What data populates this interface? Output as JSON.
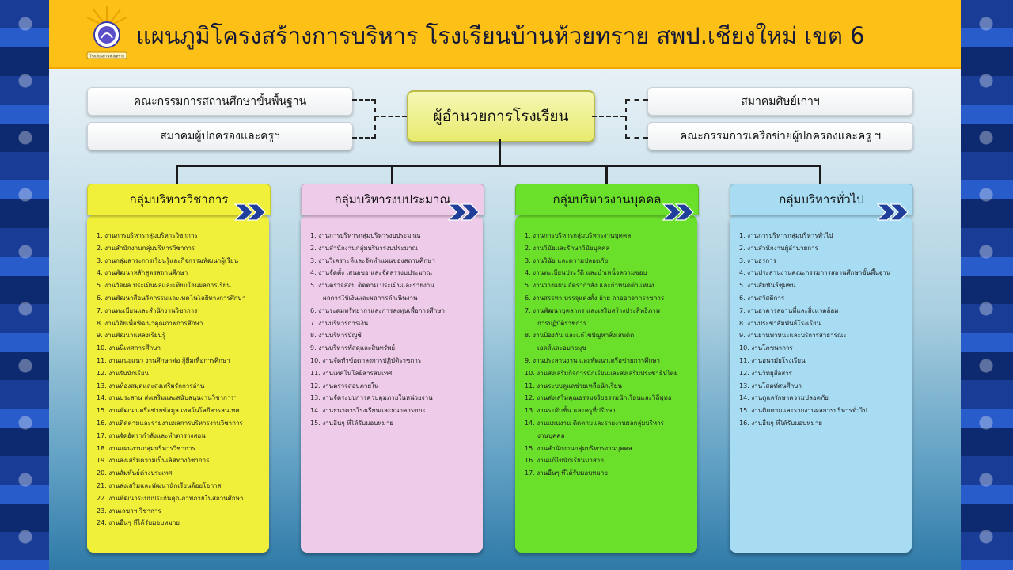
{
  "header": {
    "title": "แผนภูมิโครงสร้างการบริหาร โรงเรียนบ้านห้วยทราย สพป.เชียงใหม่ เขต 6",
    "logo_caption": "โรงเรียนบ้านห้วยทราย"
  },
  "director": "ผู้อำนวยการโรงเรียน",
  "left_boxes": [
    "คณะกรรมการสถานศึกษาขั้นพื้นฐาน",
    "สมาคมผู้ปกครองและครูฯ"
  ],
  "right_boxes": [
    "สมาคมศิษย์เก่าฯ",
    "คณะกรรมการเครือข่ายผู้ปกครองและครู ฯ"
  ],
  "colors": {
    "group1": "#f0f03a",
    "group2": "#eecbe8",
    "group3": "#6be02a",
    "group4": "#a8dcf3",
    "header": "#fcc016"
  },
  "groups": [
    {
      "name": "กลุ่มบริหารวิชาการ",
      "items": [
        "1. งานการบริหารกลุ่มบริหารวิชาการ",
        "2. งานสำนักงานกลุ่มบริหารวิชาการ",
        "3. งานกลุ่มสาระการเรียนรู้และกิจกรรมพัฒนาผู้เรียน",
        "4. งานพัฒนาหลักสูตรสถานศึกษา",
        "5. งานวัดผล ประเมินผลและเทียบโอนผลการเรียน",
        "6. งานพัฒนาสื่อนวัตกรรมและเทคโนโลยีทางการศึกษา",
        "7. งานทะเบียนและสำนักงานวิชาการ",
        "8. งานวิจัยเพื่อพัฒนาคุณภาพการศึกษา",
        "9. งานพัฒนาแหล่งเรียนรู้",
        "10. งานนิเทศการศึกษา",
        "11. งานแนะแนว งานศึกษาต่อ กู้ยืมเพื่อการศึกษา",
        "12. งานรับนักเรียน",
        "13. งานห้องสมุดและส่งเสริมรักการอ่าน",
        "14. งานประสาน ส่งเสริมและสนับสนุนงานวิชาการฯ",
        "15. งานพัฒนาเครือข่ายข้อมูล เทคโนโลยีสารสนเทศ",
        "16. งานติดตามและรายงานผลการบริหารงานวิชาการ",
        "17. งานจัดอัตรากำลังและทำตารางสอน",
        "18. งานแผนงานกลุ่มบริหารวิชาการ",
        "19. งานส่งเสริมความเป็นเลิศทางวิชาการ",
        "20. งานสัมพันธ์ต่างประเทศ",
        "21. งานส่งเสริมและพัฒนานักเรียนด้อยโอกาส",
        "22. งานพัฒนาระบบประกันคุณภาพภายในสถานศึกษา",
        "23. งานเลขาฯ วิชาการ",
        "24. งานอื่นๆ ที่ได้รับมอบหมาย"
      ]
    },
    {
      "name": "กลุ่มบริหารงบประมาณ",
      "items": [
        "1. งานการบริหารกลุ่มบริหารงบประมาณ",
        "2. งานสำนักงานกลุ่มบริหารงบประมาณ",
        "3. งานวิเคราะห์และจัดทำแผนของสถานศึกษา",
        "4. งานจัดตั้ง เสนอขอ และจัดสรรงบประมาณ",
        "5. งานตรวจสอบ ติดตาม ประเมินและรายงาน",
        "ผลการใช้เงินและผลการดำเนินงาน",
        "6. งานระดมทรัพยากรและการลงทุนเพื่อการศึกษา",
        "7. งานบริหารการเงิน",
        "8. งานบริหารบัญชี",
        "9. งานบริหารพัสดุและสินทรัพย์",
        "10. งานจัดทำข้อตกลงการปฏิบัติราชการ",
        "11. งานเทคโนโลยีสารสนเทศ",
        "12. งานตรวจสอบภายใน",
        "13. งานจัดระบบการควบคุมภายในหน่วยงาน",
        "14. งานธนาคารโรงเรียนและธนาคารขยะ",
        "15. งานอื่นๆ ที่ได้รับมอบหมาย"
      ]
    },
    {
      "name": "กลุ่มบริหารงานบุคคล",
      "items": [
        "1. งานการบริหารกลุ่มบริหารงานบุคคล",
        "2. งานวินัยและรักษาวินัยบุคคล",
        "3. งานวินัย และความปลอดภัย",
        "4. งานทะเบียนประวัติ และบำเหน็จความชอบ",
        "5. งานวางแผน อัตรากำลัง และกำหนดตำแหน่ง",
        "6. งานสรรหา บรรจุแต่งตั้ง ย้าย ลาออกจากราชการ",
        "7. งานพัฒนาบุคลากร และเสริมสร้างประสิทธิภาพ",
        "การปฏิบัติราชการ",
        "8. งานป้องกัน และแก้ไขปัญหาสิ่งเสพติด",
        "เอดส์และอบายมุข",
        "9. งานประสานงาน และพัฒนาเครือข่ายการศึกษา",
        "10. งานส่งเสริมกิจการนักเรียนและส่งเสริมประชาธิปไตย",
        "11. งานระบบดูแลช่วยเหลือนักเรียน",
        "12. งานส่งเสริมคุณธรรมจริยธรรมนักเรียนและวิถีพุทธ",
        "13. งานระดับชั้น และครูที่ปรึกษา",
        "14. งานแผนงาน ติดตามและรายงานผลกลุ่มบริหาร",
        "งานบุคคล",
        "15. งานสำนักงานกลุ่มบริหารงานบุคคล",
        "16. งานแก้ไขนักเรียนมาสาย",
        "17. งานอื่นๆ ที่ได้รับมอบหมาย"
      ]
    },
    {
      "name": "กลุ่มบริหารทั่วไป",
      "items": [
        "1. งานการบริหารกลุ่มบริหารทั่วไป",
        "2. งานสำนักงานผู้อำนวยการ",
        "3. งานธุรการ",
        "4. งานประสานงานคณะกรรมการสถานศึกษาขั้นพื้นฐาน",
        "5. งานสัมพันธ์ชุมชน",
        "6. งานสวัสดิการ",
        "7. งานอาคารสถานที่และสิ่งแวดล้อม",
        "8. งานประชาสัมพันธ์โรงเรียน",
        "9. งานยานพาหนะและบริการสาธารณะ",
        "10. งานโภชนาการ",
        "11. งานอนามัยโรงเรียน",
        "12. งานวิทยุสื่อสาร",
        "13. งานโสตทัศนศึกษา",
        "14. งานดูแลรักษาความปลอดภัย",
        "15. งานติดตามและรายงานผลการบริหารทั่วไป",
        "16. งานอื่นๆ ที่ได้รับมอบหมาย"
      ]
    }
  ]
}
